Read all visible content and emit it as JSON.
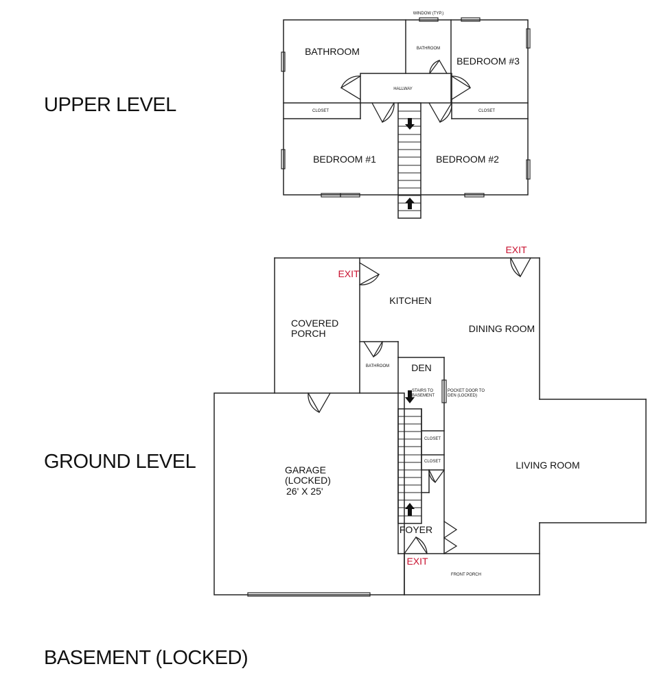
{
  "levels": {
    "upper": {
      "title": "UPPER LEVEL"
    },
    "ground": {
      "title": "GROUND LEVEL"
    },
    "basement": {
      "title": "BASEMENT (LOCKED)"
    }
  },
  "upper_level": {
    "window_note": "WINDOW (TYP.)",
    "rooms": {
      "bathroom_main": "BATHROOM",
      "bathroom_small": "BATHROOM",
      "bedroom3": "BEDROOM #3",
      "hallway": "HALLWAY",
      "closet_left": "CLOSET",
      "closet_right": "CLOSET",
      "bedroom1": "BEDROOM #1",
      "bedroom2": "BEDROOM #2"
    }
  },
  "ground_level": {
    "exits": {
      "kitchen": "EXIT",
      "dining": "EXIT",
      "foyer": "EXIT"
    },
    "rooms": {
      "kitchen": "KITCHEN",
      "dining_room": "DINING ROOM",
      "covered_porch_line1": "COVERED",
      "covered_porch_line2": "PORCH",
      "bathroom": "BATHROOM",
      "den": "DEN",
      "stairs_line1": "STAIRS TO",
      "stairs_line2": "BASEMENT",
      "pocket_door_line1": "POCKET DOOR TO",
      "pocket_door_line2": "DEN (LOCKED)",
      "closet_1": "CLOSET",
      "closet_2": "CLOSET",
      "living_room": "LIVING ROOM",
      "garage_line1": "GARAGE",
      "garage_line2": "(LOCKED)",
      "garage_line3": "26' X 25'",
      "foyer": "FOYER",
      "front_porch": "FRONT PORCH"
    }
  },
  "colors": {
    "wall": "#222222",
    "exit": "#c8102e",
    "background": "#ffffff"
  }
}
